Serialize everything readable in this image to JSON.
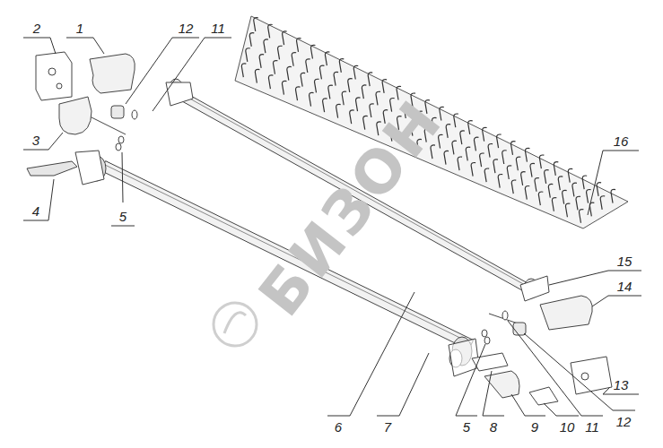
{
  "diagram": {
    "labels": [
      "2",
      "1",
      "12",
      "11",
      "3",
      "4",
      "5",
      "16",
      "15",
      "14",
      "13",
      "6",
      "7",
      "5",
      "8",
      "9",
      "10",
      "11",
      "12",
      "БИЗОН"
    ]
  }
}
